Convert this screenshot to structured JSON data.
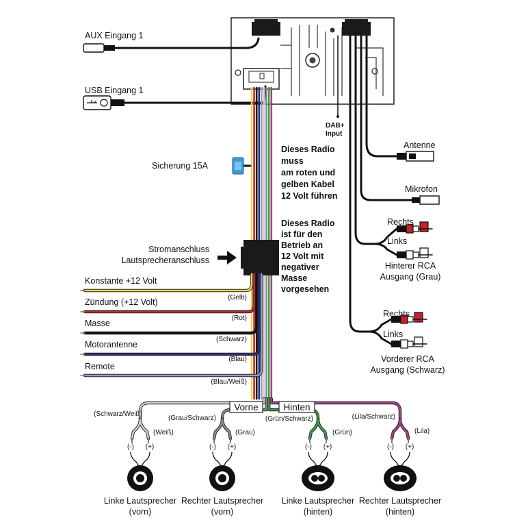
{
  "inputs": {
    "aux": "AUX Eingang 1",
    "usb": "USB Eingang 1",
    "dab_line1": "DAB+",
    "dab_line2": "Input"
  },
  "fuse": "Sicherung 15A",
  "connector": {
    "line1": "Stromanschluss",
    "line2": "Lautsprecheranschluss"
  },
  "note_12v": [
    "Dieses Radio",
    "muss",
    "am roten und",
    "gelben Kabel",
    "12 Volt führen"
  ],
  "note_ground": [
    "Dieses Radio",
    "ist für den",
    "Betrieb an",
    "12 Volt mit",
    "negativer",
    "Masse",
    "vorgesehen"
  ],
  "wires": [
    {
      "label": "Konstante +12 Volt",
      "color_label": "(Gelb)",
      "color": "#e8d84a"
    },
    {
      "label": "Zündung (+12 Volt)",
      "color_label": "(Rot)",
      "color": "#c0282d"
    },
    {
      "label": "Masse",
      "color_label": "(Schwarz)",
      "color": "#111111"
    },
    {
      "label": "Motorantenne",
      "color_label": "(Blau)",
      "color": "#2b2e7a"
    },
    {
      "label": "Remote",
      "color_label": "(Blau/Weiß)",
      "color": "#9a9ac8"
    }
  ],
  "antenna": "Antenne",
  "microphone": "Mikrofon",
  "rca_rear": {
    "right": "Rechts",
    "left": "Links",
    "title_line1": "Hinterer RCA",
    "title_line2": "Ausgang (Grau)"
  },
  "rca_front": {
    "right": "Rechts",
    "left": "Links",
    "title_line1": "Vorderer RCA",
    "title_line2": "Ausgang (Schwarz)"
  },
  "groups": {
    "front": "Vorne",
    "rear": "Hinten"
  },
  "speakers": [
    {
      "neg_wire": "(Schwarz/Weiß)",
      "pos_wire": "(Weiß)",
      "name_line1": "Linke Lautsprecher",
      "name_line2": "(vorn)",
      "color": "#cfcfcf",
      "shape": "round"
    },
    {
      "neg_wire": "(Grau/Schwarz)",
      "pos_wire": "(Grau)",
      "name_line1": "Rechter Lautsprecher",
      "name_line2": "(vorn)",
      "color": "#8c8c8c",
      "shape": "round"
    },
    {
      "neg_wire": "(Grün/Schwarz)",
      "pos_wire": "(Grün)",
      "name_line1": "Linke Lautsprecher",
      "name_line2": "(hinten)",
      "color": "#3f9a4a",
      "shape": "oval"
    },
    {
      "neg_wire": "(Lila/Schwarz)",
      "pos_wire": "(Lila)",
      "name_line1": "Rechter Lautsprecher",
      "name_line2": "(hinten)",
      "color": "#a2418e",
      "shape": "oval"
    }
  ],
  "polarity": {
    "neg": "(-)",
    "pos": "(+)"
  },
  "colors": {
    "rca_red": "#c8202a",
    "green": "#3f9a4a",
    "purple": "#a2418e"
  }
}
